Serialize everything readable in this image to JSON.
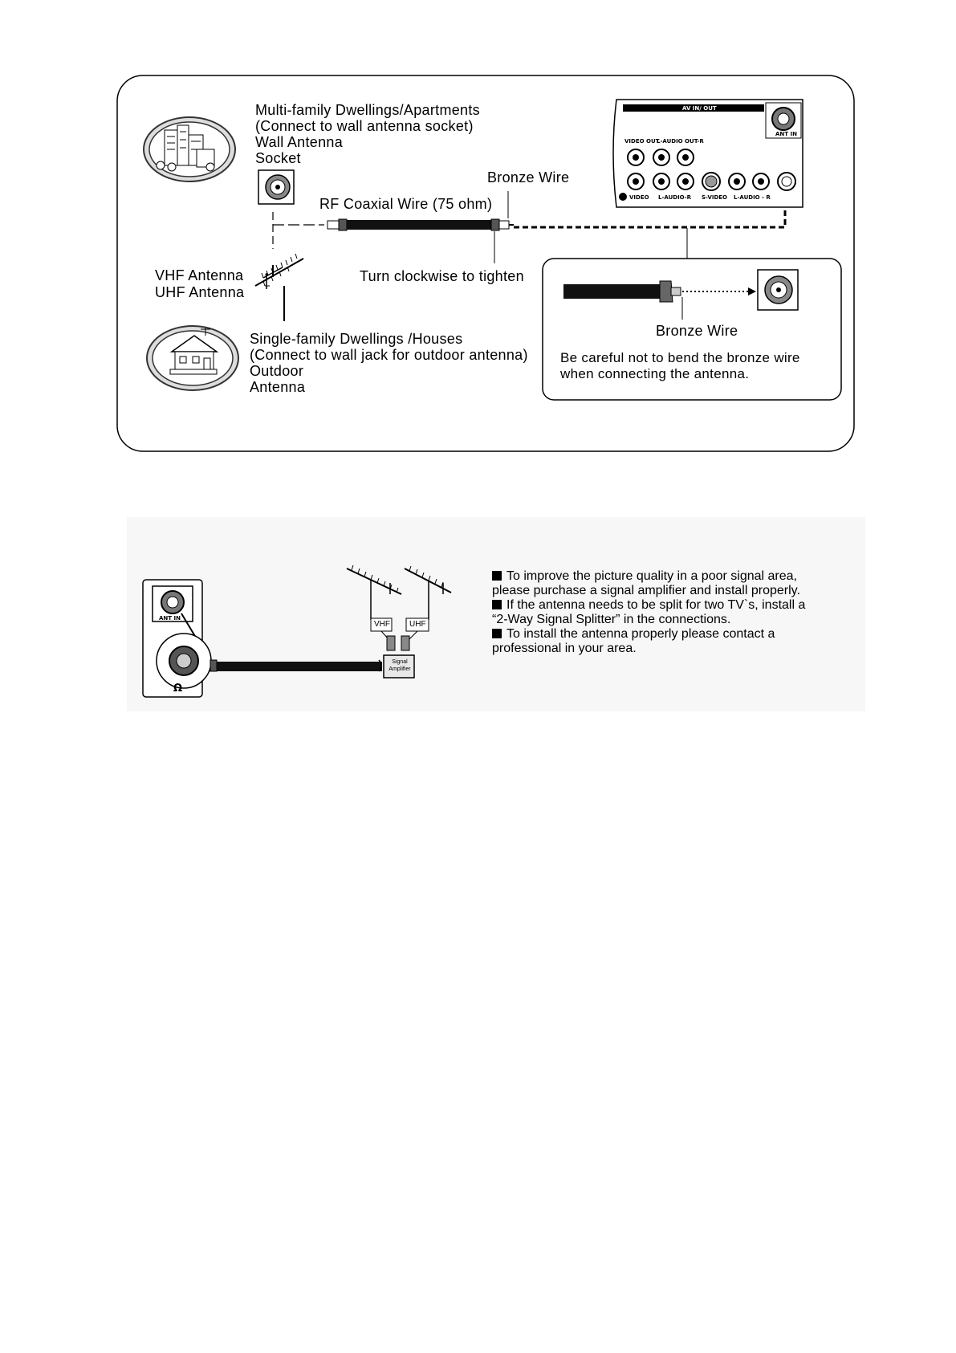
{
  "diagram_top": {
    "multi_family": {
      "title": "Multi-family Dwellings/Apartments",
      "subtitle": "(Connect to wall antenna socket)",
      "line3": "Wall Antenna",
      "line4": "Socket"
    },
    "rf_coaxial": "RF Coaxial Wire (75 ohm)",
    "bronze_wire": "Bronze Wire",
    "vhf_antenna": "VHF Antenna",
    "uhf_antenna": "UHF Antenna",
    "turn_clockwise": "Turn clockwise to tighten",
    "single_family": {
      "title": "Single-family Dwellings /Houses",
      "subtitle": "(Connect to wall jack for outdoor antenna)",
      "line3": "Outdoor",
      "line4": "Antenna"
    },
    "detail": {
      "bronze_wire": "Bronze Wire",
      "caution_line1": "Be careful not to bend the bronze wire",
      "caution_line2": "when connecting the antenna."
    },
    "tv_panel": {
      "header": "AV IN/ OUT",
      "ant_in": "ANT IN",
      "video_out": "VIDEO OUT",
      "audio_out": "L-AUDIO OUT-R",
      "video": "VIDEO",
      "audio_in": "L-AUDIO-R",
      "svideo": "S-VIDEO",
      "audio_in2": "L-AUDIO - R"
    }
  },
  "diagram_bottom": {
    "ant_in": "ANT IN",
    "ohm": "Ω",
    "vhf": "VHF",
    "uhf": "UHF",
    "amplifier_line1": "Signal",
    "amplifier_line2": "Amplifier",
    "notes": [
      "To improve the picture quality in a poor signal area,",
      "please purchase a signal amplifier and install properly.",
      "If the antenna needs to be split for two TV`s, install a",
      "“2-Way Signal Splitter”  in the connections.",
      "To install the antenna properly please contact a",
      "professional in your area."
    ]
  }
}
